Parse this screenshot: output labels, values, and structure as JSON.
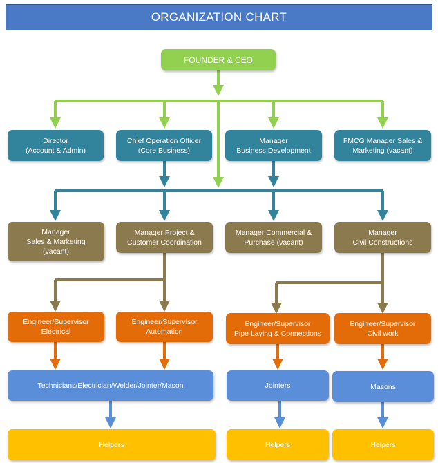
{
  "title": "ORGANIZATION CHART",
  "colors": {
    "title": "#4a79c6",
    "ceo": "#92d050",
    "teal": "#31849b",
    "olive": "#8c7a4f",
    "orange": "#e36c09",
    "blue": "#5b8ed8",
    "yellow": "#ffc000"
  },
  "ceo": "FOUNDER & CEO",
  "level1": [
    "Director\n(Account & Admin)",
    "Chief Operation Officer\n(Core Business)",
    "Manager\nBusiness Development",
    "FMCG Manager Sales &\nMarketing (vacant)"
  ],
  "level2": [
    "Manager\nSales & Marketing\n(vacant)",
    "Manager Project &\nCustomer Coordination",
    "Manager Commercial &\nPurchase (vacant)",
    "Manager\nCivil Constructions"
  ],
  "level3": [
    "Engineer/Supervisor\nElectrical",
    "Engineer/Supervisor\nAutomation",
    "Engineer/Supervisor\nPipe Laying & Connections",
    "Engineer/Supervisor\nCivil work"
  ],
  "level4": [
    "Technicians/Electrician/Welder/Jointer/Mason",
    "Jointers",
    "Masons"
  ],
  "level5": [
    "Helpers",
    "Helpers",
    "Helpers"
  ]
}
